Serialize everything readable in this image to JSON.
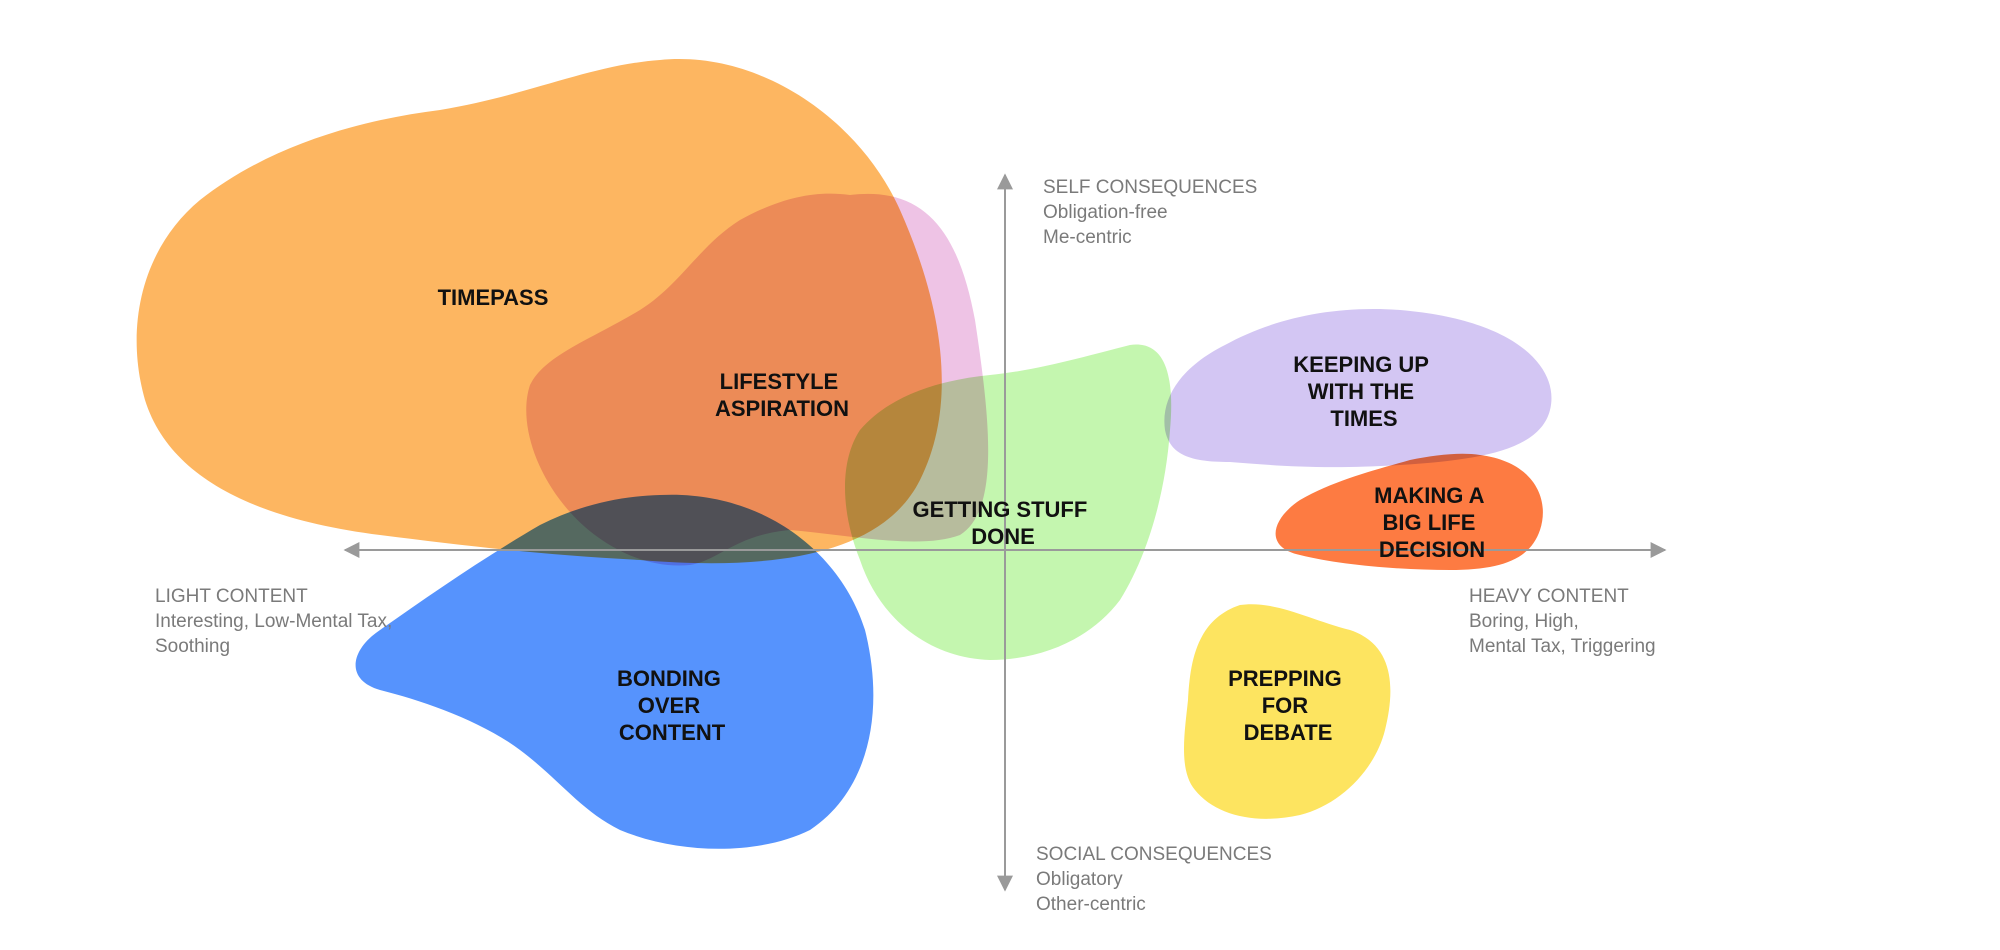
{
  "colors": {
    "timepass": "#FDB661",
    "lifestyle": "#EEC3E5",
    "bonding": "#5693FD",
    "getting_stuff_done": "#C4F6AF",
    "keeping_up": "#D3C6F3",
    "big_decision": "#FD7B42",
    "debate": "#FDE460",
    "axis": "#9a9a9a",
    "axis_text": "#7a7a7a"
  },
  "clusters": {
    "timepass": {
      "lines": [
        "TIMEPASS"
      ]
    },
    "lifestyle": {
      "lines": [
        "LIFESTYLE",
        "ASPIRATION"
      ]
    },
    "getting_stuff_done": {
      "lines": [
        "GETTING STUFF",
        "DONE"
      ]
    },
    "keeping_up": {
      "lines": [
        "KEEPING UP",
        "WITH THE",
        "TIMES"
      ]
    },
    "big_decision": {
      "lines": [
        "MAKING A",
        "BIG  LIFE",
        "DECISION"
      ]
    },
    "bonding": {
      "lines": [
        "BONDING",
        "OVER",
        "CONTENT"
      ]
    },
    "debate": {
      "lines": [
        "PREPPING",
        "FOR",
        "DEBATE"
      ]
    }
  },
  "axes": {
    "top": {
      "lines": [
        "SELF CONSEQUENCES",
        "Obligation-free",
        "Me-centric"
      ]
    },
    "bottom": {
      "lines": [
        "SOCIAL CONSEQUENCES",
        "Obligatory",
        "Other-centric"
      ]
    },
    "left": {
      "lines": [
        "LIGHT CONTENT",
        "Interesting, Low-Mental Tax,",
        "Soothing"
      ]
    },
    "right": {
      "lines": [
        "HEAVY CONTENT",
        "Boring, High,",
        "Mental Tax, Triggering"
      ]
    }
  }
}
